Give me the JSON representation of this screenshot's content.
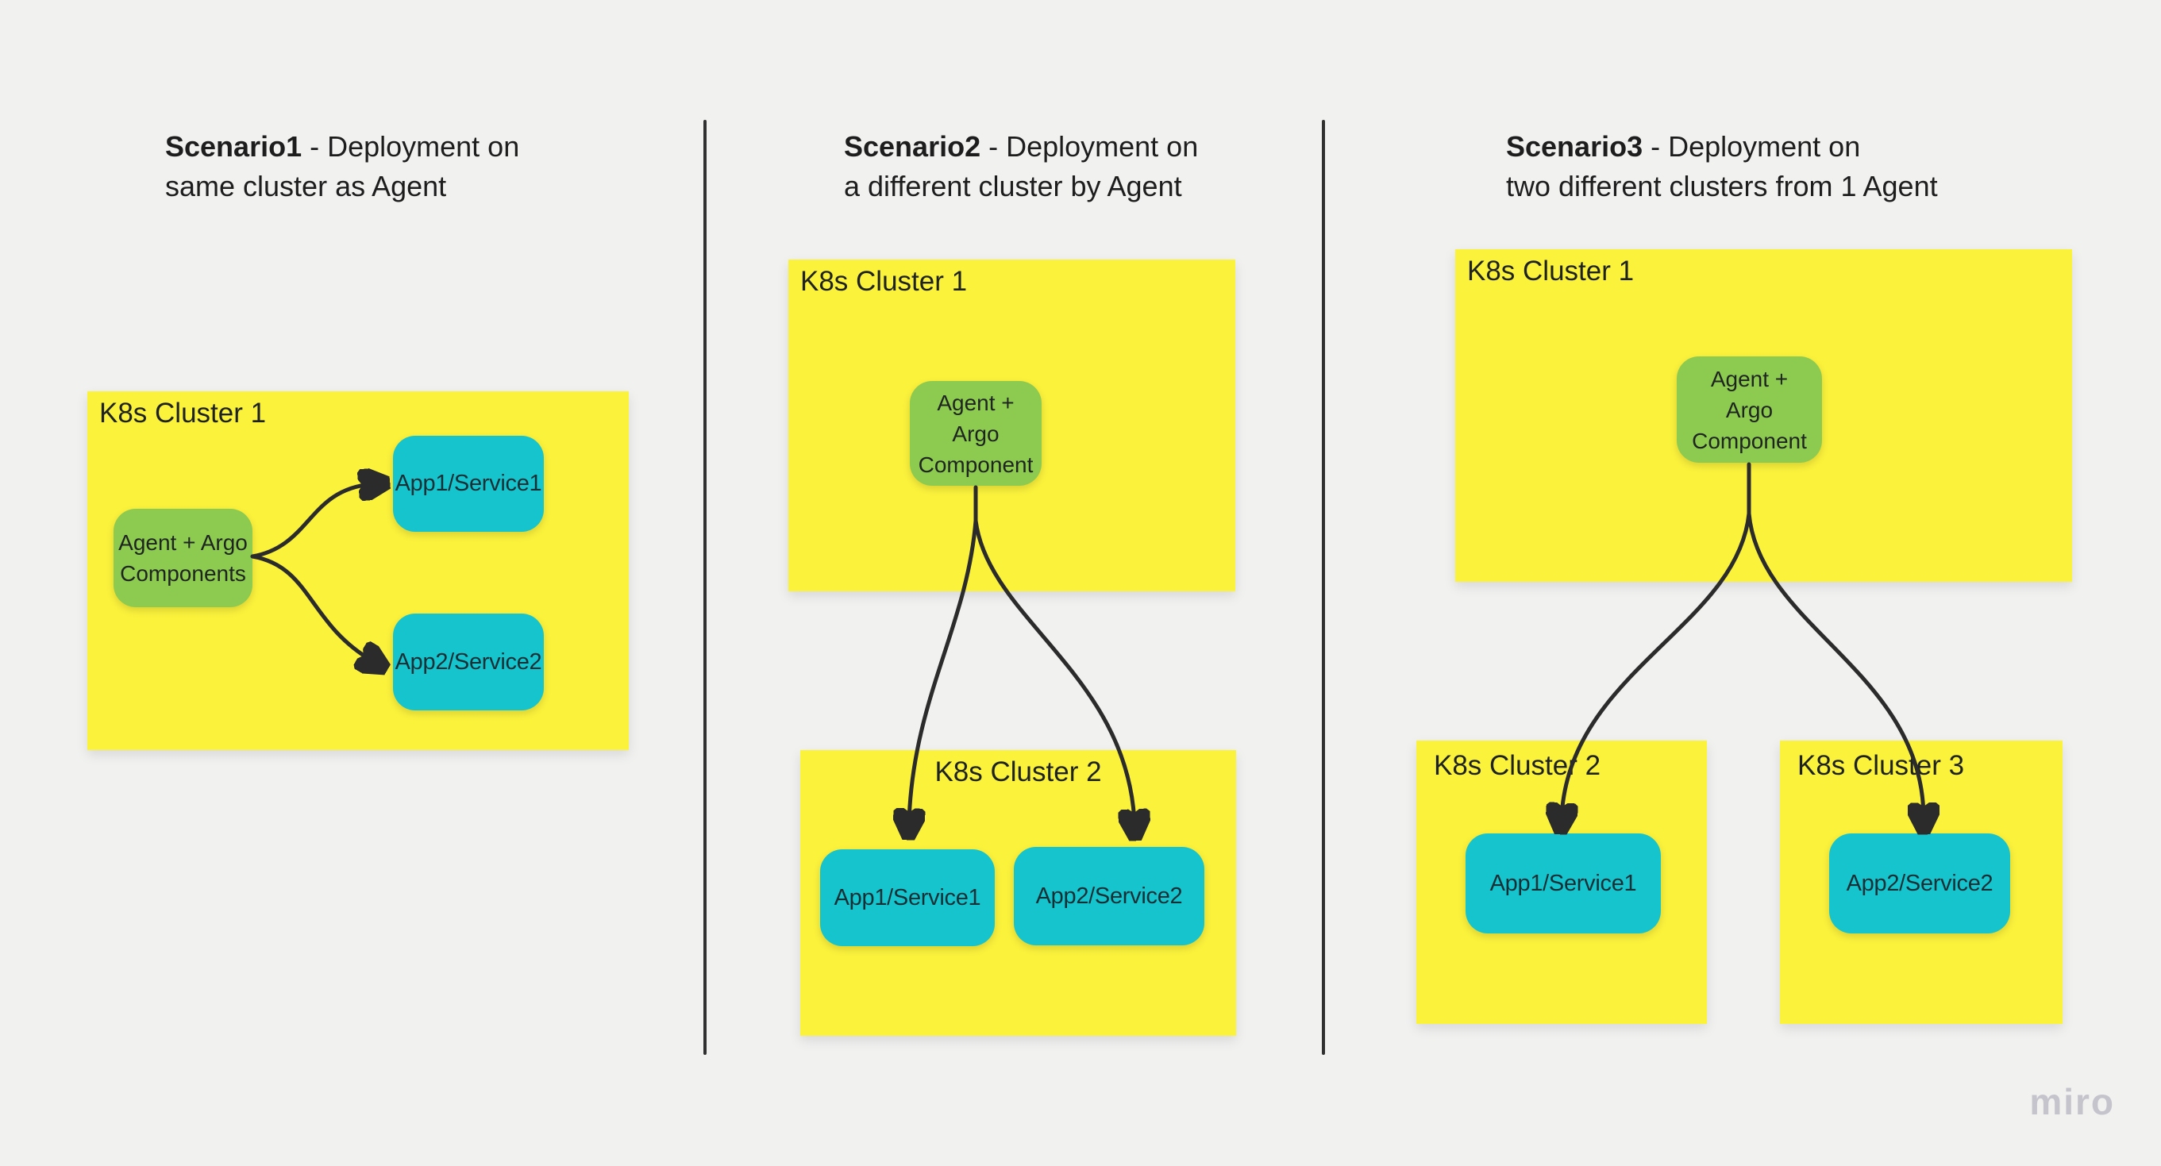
{
  "watermark": "miro",
  "colors": {
    "background": "#F1F1F0",
    "cluster_box_fill": "#FBF23C",
    "agent_box_fill": "#8DCB50",
    "app_box_fill": "#16C4CE",
    "text": "#1D1D1D",
    "arrow": "#2B2B2B",
    "divider": "#303030",
    "watermark_color": "#C5C4CD"
  },
  "scenarios": [
    {
      "title": {
        "bold": "Scenario1",
        "rest": " - Deployment on",
        "line2": "same cluster as Agent"
      },
      "clusters": [
        {
          "label": "K8s Cluster 1"
        }
      ],
      "agent": {
        "lines": [
          "Agent + Argo",
          "Components"
        ]
      },
      "apps": [
        "App1/Service1",
        "App2/Service2"
      ]
    },
    {
      "title": {
        "bold": "Scenario2",
        "rest": " - Deployment on",
        "line2": "a different cluster by Agent"
      },
      "clusters": [
        {
          "label": "K8s Cluster 1"
        },
        {
          "label": "K8s Cluster 2"
        }
      ],
      "agent": {
        "lines": [
          "Agent +",
          "Argo",
          "Component"
        ]
      },
      "apps": [
        "App1/Service1",
        "App2/Service2"
      ]
    },
    {
      "title": {
        "bold": "Scenario3",
        "rest": " - Deployment on",
        "line2": "two different clusters from 1 Agent"
      },
      "clusters": [
        {
          "label": "K8s Cluster 1"
        },
        {
          "label": "K8s Cluster 2"
        },
        {
          "label": "K8s Cluster 3"
        }
      ],
      "agent": {
        "lines": [
          "Agent +",
          "Argo",
          "Component"
        ]
      },
      "apps": [
        "App1/Service1",
        "App2/Service2"
      ]
    }
  ]
}
